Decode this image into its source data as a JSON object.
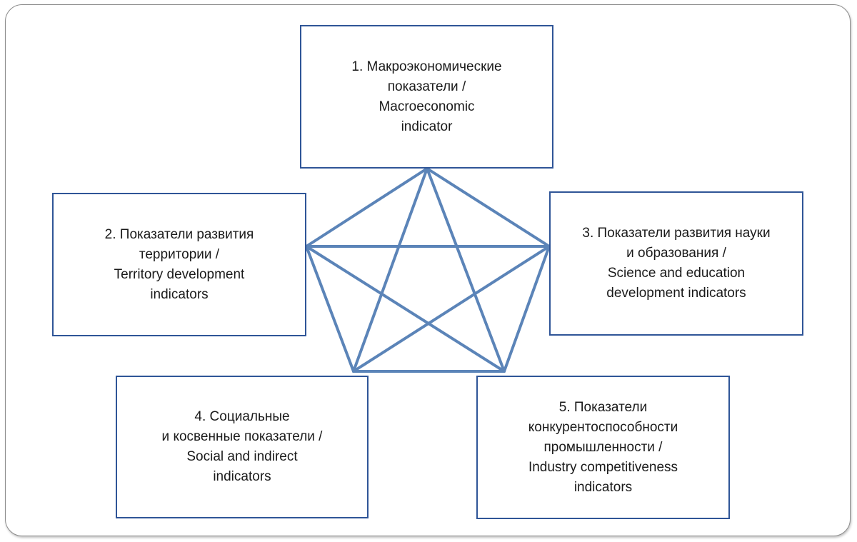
{
  "diagram": {
    "boxes": [
      {
        "id": "macroeconomic",
        "lines": [
          "1. Макроэкономические",
          "показатели /",
          "Macroeconomic",
          "indicator"
        ]
      },
      {
        "id": "territory",
        "lines": [
          "2. Показатели развития",
          "территории /",
          "Territory development",
          "indicators"
        ]
      },
      {
        "id": "science",
        "lines": [
          "3. Показатели развития науки",
          "и образования /",
          "Science and education",
          "development indicators"
        ]
      },
      {
        "id": "social",
        "lines": [
          "4. Социальные",
          "и косвенные показатели /",
          "Social and indirect",
          "indicators"
        ]
      },
      {
        "id": "industry",
        "lines": [
          "5. Показатели",
          "конкурентоспособности",
          "промышленности /",
          "Industry competitiveness",
          "indicators"
        ]
      }
    ],
    "connections": [
      [
        1,
        2
      ],
      [
        1,
        3
      ],
      [
        1,
        4
      ],
      [
        1,
        5
      ],
      [
        2,
        3
      ],
      [
        2,
        4
      ],
      [
        2,
        5
      ],
      [
        3,
        4
      ],
      [
        3,
        5
      ],
      [
        4,
        5
      ]
    ],
    "colors": {
      "box_border": "#2f5597",
      "connector": "#5b84b8",
      "frame_border": "#8c8c8c",
      "text": "#1a1a1a"
    }
  }
}
